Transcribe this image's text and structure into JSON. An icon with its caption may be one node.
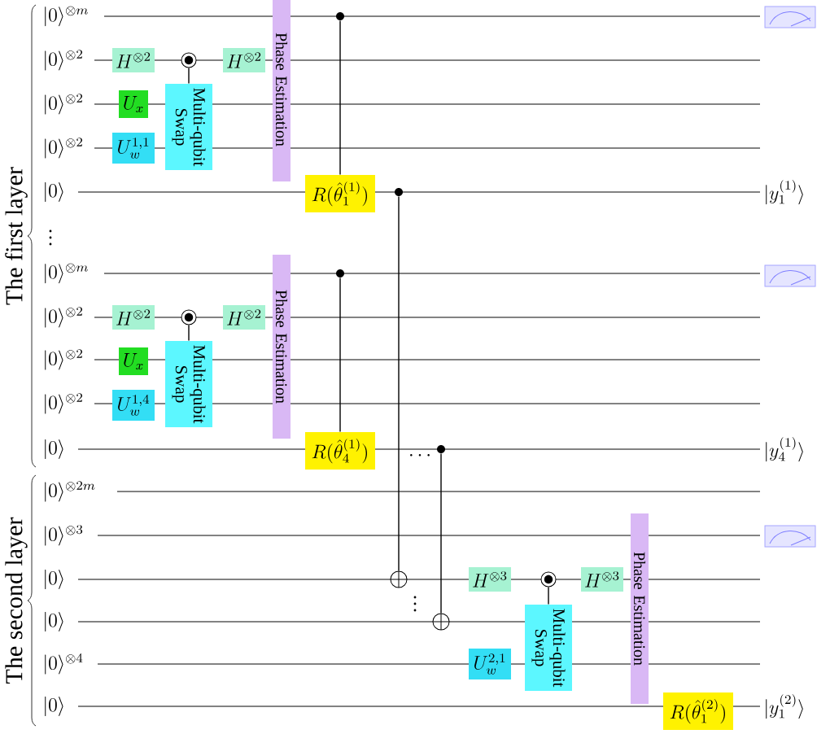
{
  "diagram": {
    "nodes": [
      {
        "text": [
          "H^{\\otimes 2}"
        ]
      },
      {
        "text": [],
        "shape": "circle"
      },
      {
        "text": [
          "U_x"
        ]
      },
      {
        "text": [
          "U_w^{1,1}"
        ]
      },
      {
        "text": [
          "Multi-qubit Swap"
        ]
      },
      {
        "text": [
          "H^{\\otimes 2}"
        ]
      },
      {
        "text": [
          "Phase Estimation"
        ]
      },
      {
        "text": [],
        "shape": "circle"
      },
      {
        "text": [
          "R(\\hat{\\theta}_1^{(1)})"
        ]
      },
      {
        "text": [],
        "shape": "circle"
      },
      {
        "text": [
          "H^{\\otimes 2}"
        ]
      },
      {
        "text": [],
        "shape": "circle"
      },
      {
        "text": [
          "U_x"
        ]
      },
      {
        "text": [
          "U_w^{1,4}"
        ]
      },
      {
        "text": [
          "Multi-qubit Swap"
        ]
      },
      {
        "text": [
          "H^{\\otimes 2}"
        ]
      },
      {
        "text": [
          "Phase Estimation"
        ]
      },
      {
        "text": [],
        "shape": "circle"
      },
      {
        "text": [
          "R(\\hat{\\theta}_4^{(1)})"
        ]
      },
      {
        "text": [],
        "shape": "circle"
      },
      {
        "text": [],
        "shape": "circle"
      },
      {
        "text": [],
        "shape": "circle"
      },
      {
        "text": [
          "H^{\\otimes 3}"
        ]
      },
      {
        "text": [],
        "shape": "circle"
      },
      {
        "text": [
          "Multi-qubit Swap"
        ]
      },
      {
        "text": [
          "H^{\\otimes 3}"
        ]
      },
      {
        "text": [
          "U_w^{2,1}"
        ]
      },
      {
        "text": [
          "Phase Estimation"
        ]
      },
      {
        "text": [
          "R(\\hat{\\theta}_1^{(2)})"
        ]
      }
    ],
    "edges": [
      {
        "from": 1,
        "to": 4,
        "arrow": "none"
      },
      {
        "from": 7,
        "to": 8,
        "arrow": "none"
      },
      {
        "from": 9,
        "to": 20,
        "arrow": "none"
      },
      {
        "from": 11,
        "to": 14,
        "arrow": "none"
      },
      {
        "from": 17,
        "to": 18,
        "arrow": "none"
      },
      {
        "from": 19,
        "to": 21,
        "arrow": "none"
      },
      {
        "from": 23,
        "to": 24,
        "arrow": "none"
      }
    ],
    "labels": [
      "The first layer",
      "|0\\rangle^{\\otimes m}",
      "|0\\rangle^{\\otimes 2}",
      "|0\\rangle^{\\otimes 2}",
      "|0\\rangle^{\\otimes 2}",
      "|0\\rangle",
      "\\vdots",
      "|0\\rangle^{\\otimes m}",
      "|0\\rangle^{\\otimes 2}",
      "|0\\rangle^{\\otimes 2}",
      "|0\\rangle^{\\otimes 2}",
      "|0\\rangle",
      "The second layer",
      "|0\\rangle^{\\otimes 2m}",
      "|0\\rangle^{\\otimes 3}",
      "|0\\rangle",
      "|0\\rangle",
      "|0\\rangle^{\\otimes 4}",
      "|0\\rangle",
      "|y_1^{(1)}\\rangle",
      "\\cdots",
      "|y_4^{(1)}\\rangle",
      "\\vdots",
      "|y_1^{(2)}\\rangle"
    ]
  }
}
